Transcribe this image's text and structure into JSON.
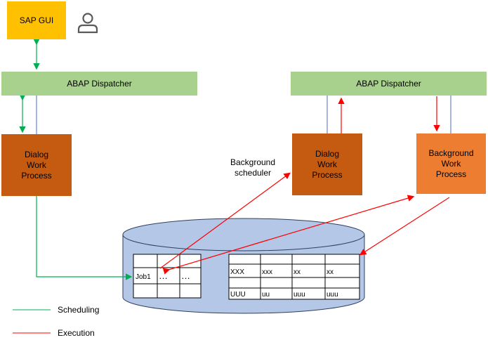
{
  "sap_gui": {
    "label": "SAP GUI"
  },
  "icons": {
    "user": "user-icon"
  },
  "dispatcher_left": {
    "label": "ABAP Dispatcher"
  },
  "dispatcher_right": {
    "label": "ABAP Dispatcher"
  },
  "dialog_wp_left": {
    "label": "Dialog\nWork\nProcess"
  },
  "dialog_wp_right": {
    "label": "Dialog\nWork\nProcess"
  },
  "background_wp": {
    "label": "Background\nWork\nProcess"
  },
  "background_scheduler": {
    "label": "Background\nscheduler"
  },
  "job_table": {
    "job_label": "Job1",
    "ellipsis_1": "…",
    "ellipsis_2": "…"
  },
  "data_table": {
    "row1": [
      "XXX",
      "xxx",
      "xx",
      "xx"
    ],
    "row2": [
      "UUU",
      "uu",
      "uuu",
      "uuu"
    ]
  },
  "legend": {
    "scheduling": "Scheduling",
    "execution": "Execution"
  },
  "colors": {
    "scheduling": "#00b050",
    "execution": "#ff0000",
    "connector": "#4472c4",
    "database": "#b4c7e7",
    "sap_gui": "#ffc000",
    "dispatcher": "#a9d18e",
    "dialog_wp": "#c55a11",
    "background_wp": "#ed7d31"
  }
}
